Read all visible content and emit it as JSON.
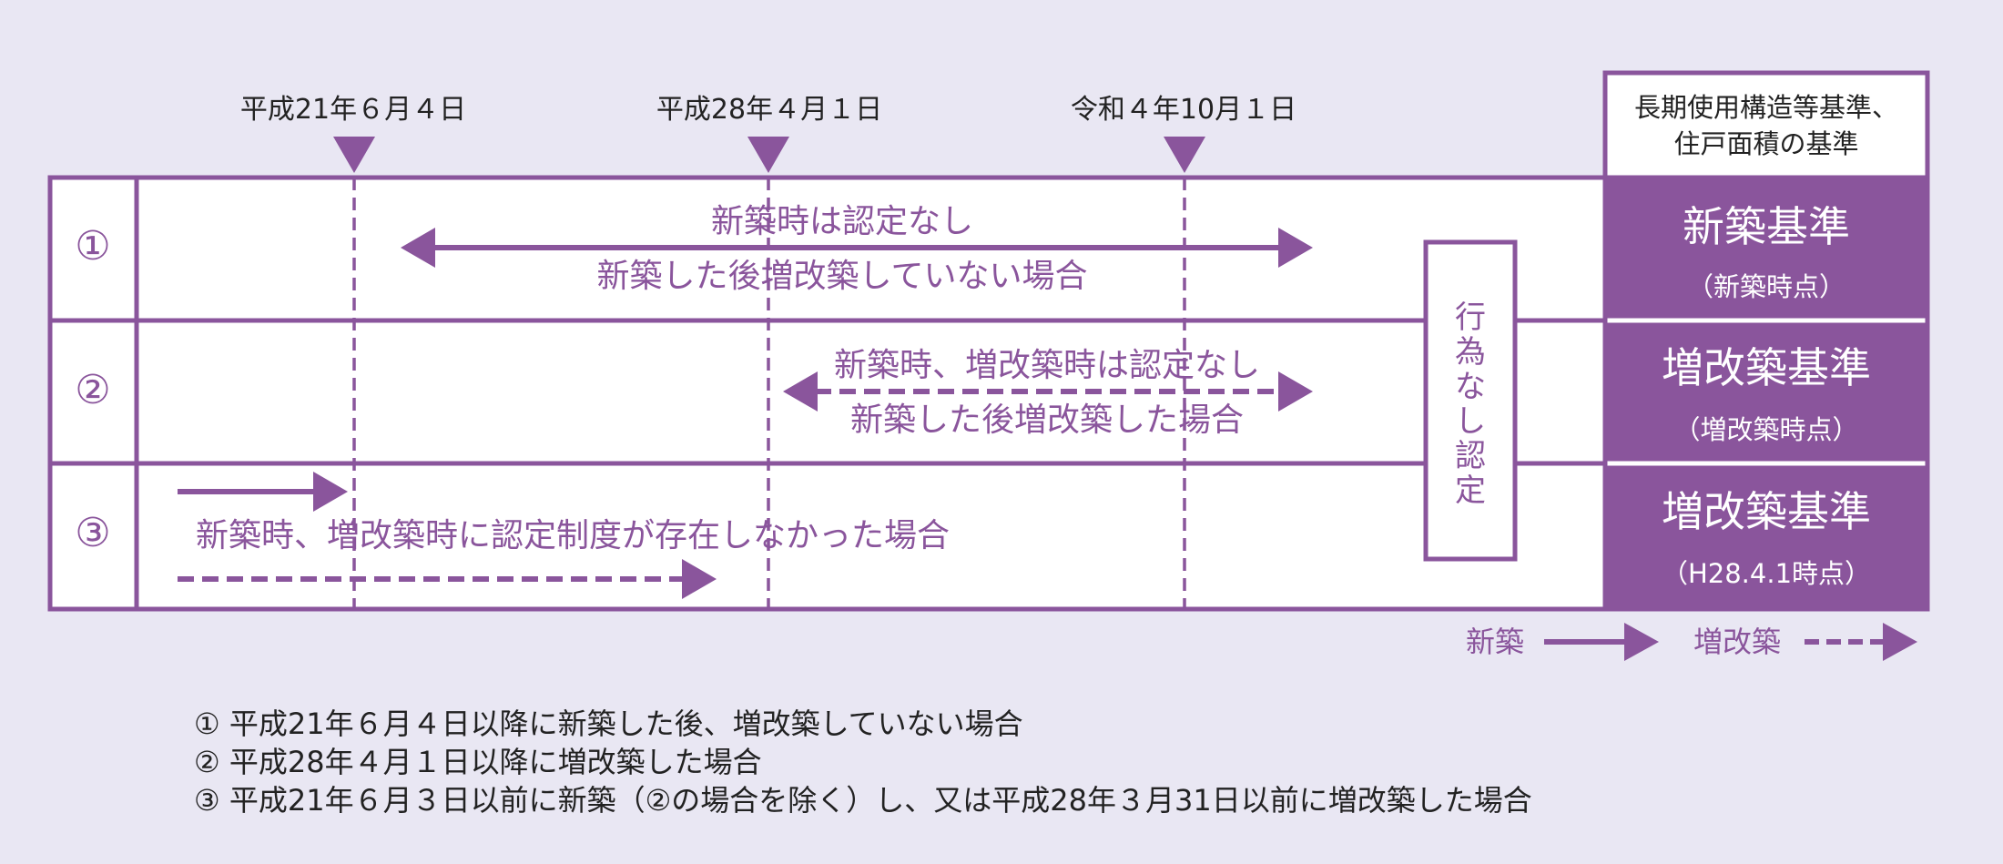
{
  "colors": {
    "background": "#e9e7f3",
    "purple": "#8a559c",
    "row_text": "#8a559c",
    "cell_text": "#ffffff",
    "dark_text": "#222222",
    "grid_bg": "#ffffff"
  },
  "dates": [
    {
      "label": "平成21年６月４日"
    },
    {
      "label": "平成28年４月１日"
    },
    {
      "label": "令和４年10月１日"
    }
  ],
  "standard_header": {
    "line1": "長期使用構造等基準、",
    "line2": "住戸面積の基準"
  },
  "rows": [
    {
      "num": "①",
      "arrow_top_text": "新築時は認定なし",
      "arrow_bottom_text": "新築した後増改築していない場合",
      "standard": "新築基準",
      "standard_sub": "（新築時点）"
    },
    {
      "num": "②",
      "arrow_top_text": "新築時、増改築時は認定なし",
      "arrow_bottom_text": "新築した後増改築した場合",
      "standard": "増改築基準",
      "standard_sub": "（増改築時点）"
    },
    {
      "num": "③",
      "arrow_text": "新築時、増改築時に認定制度が存在しなかった場合",
      "standard": "増改築基準",
      "standard_sub": "（H28.4.1時点）"
    }
  ],
  "no_action_label": [
    "行",
    "為",
    "な",
    "し",
    "認",
    "定"
  ],
  "legend": {
    "new_build": "新築",
    "extension": "増改築"
  },
  "notes": [
    "① 平成21年６月４日以降に新築した後、増改築していない場合",
    "② 平成28年４月１日以降に増改築した場合",
    "③ 平成21年６月３日以前に新築（②の場合を除く）し、又は平成28年３月31日以前に増改築した場合"
  ]
}
